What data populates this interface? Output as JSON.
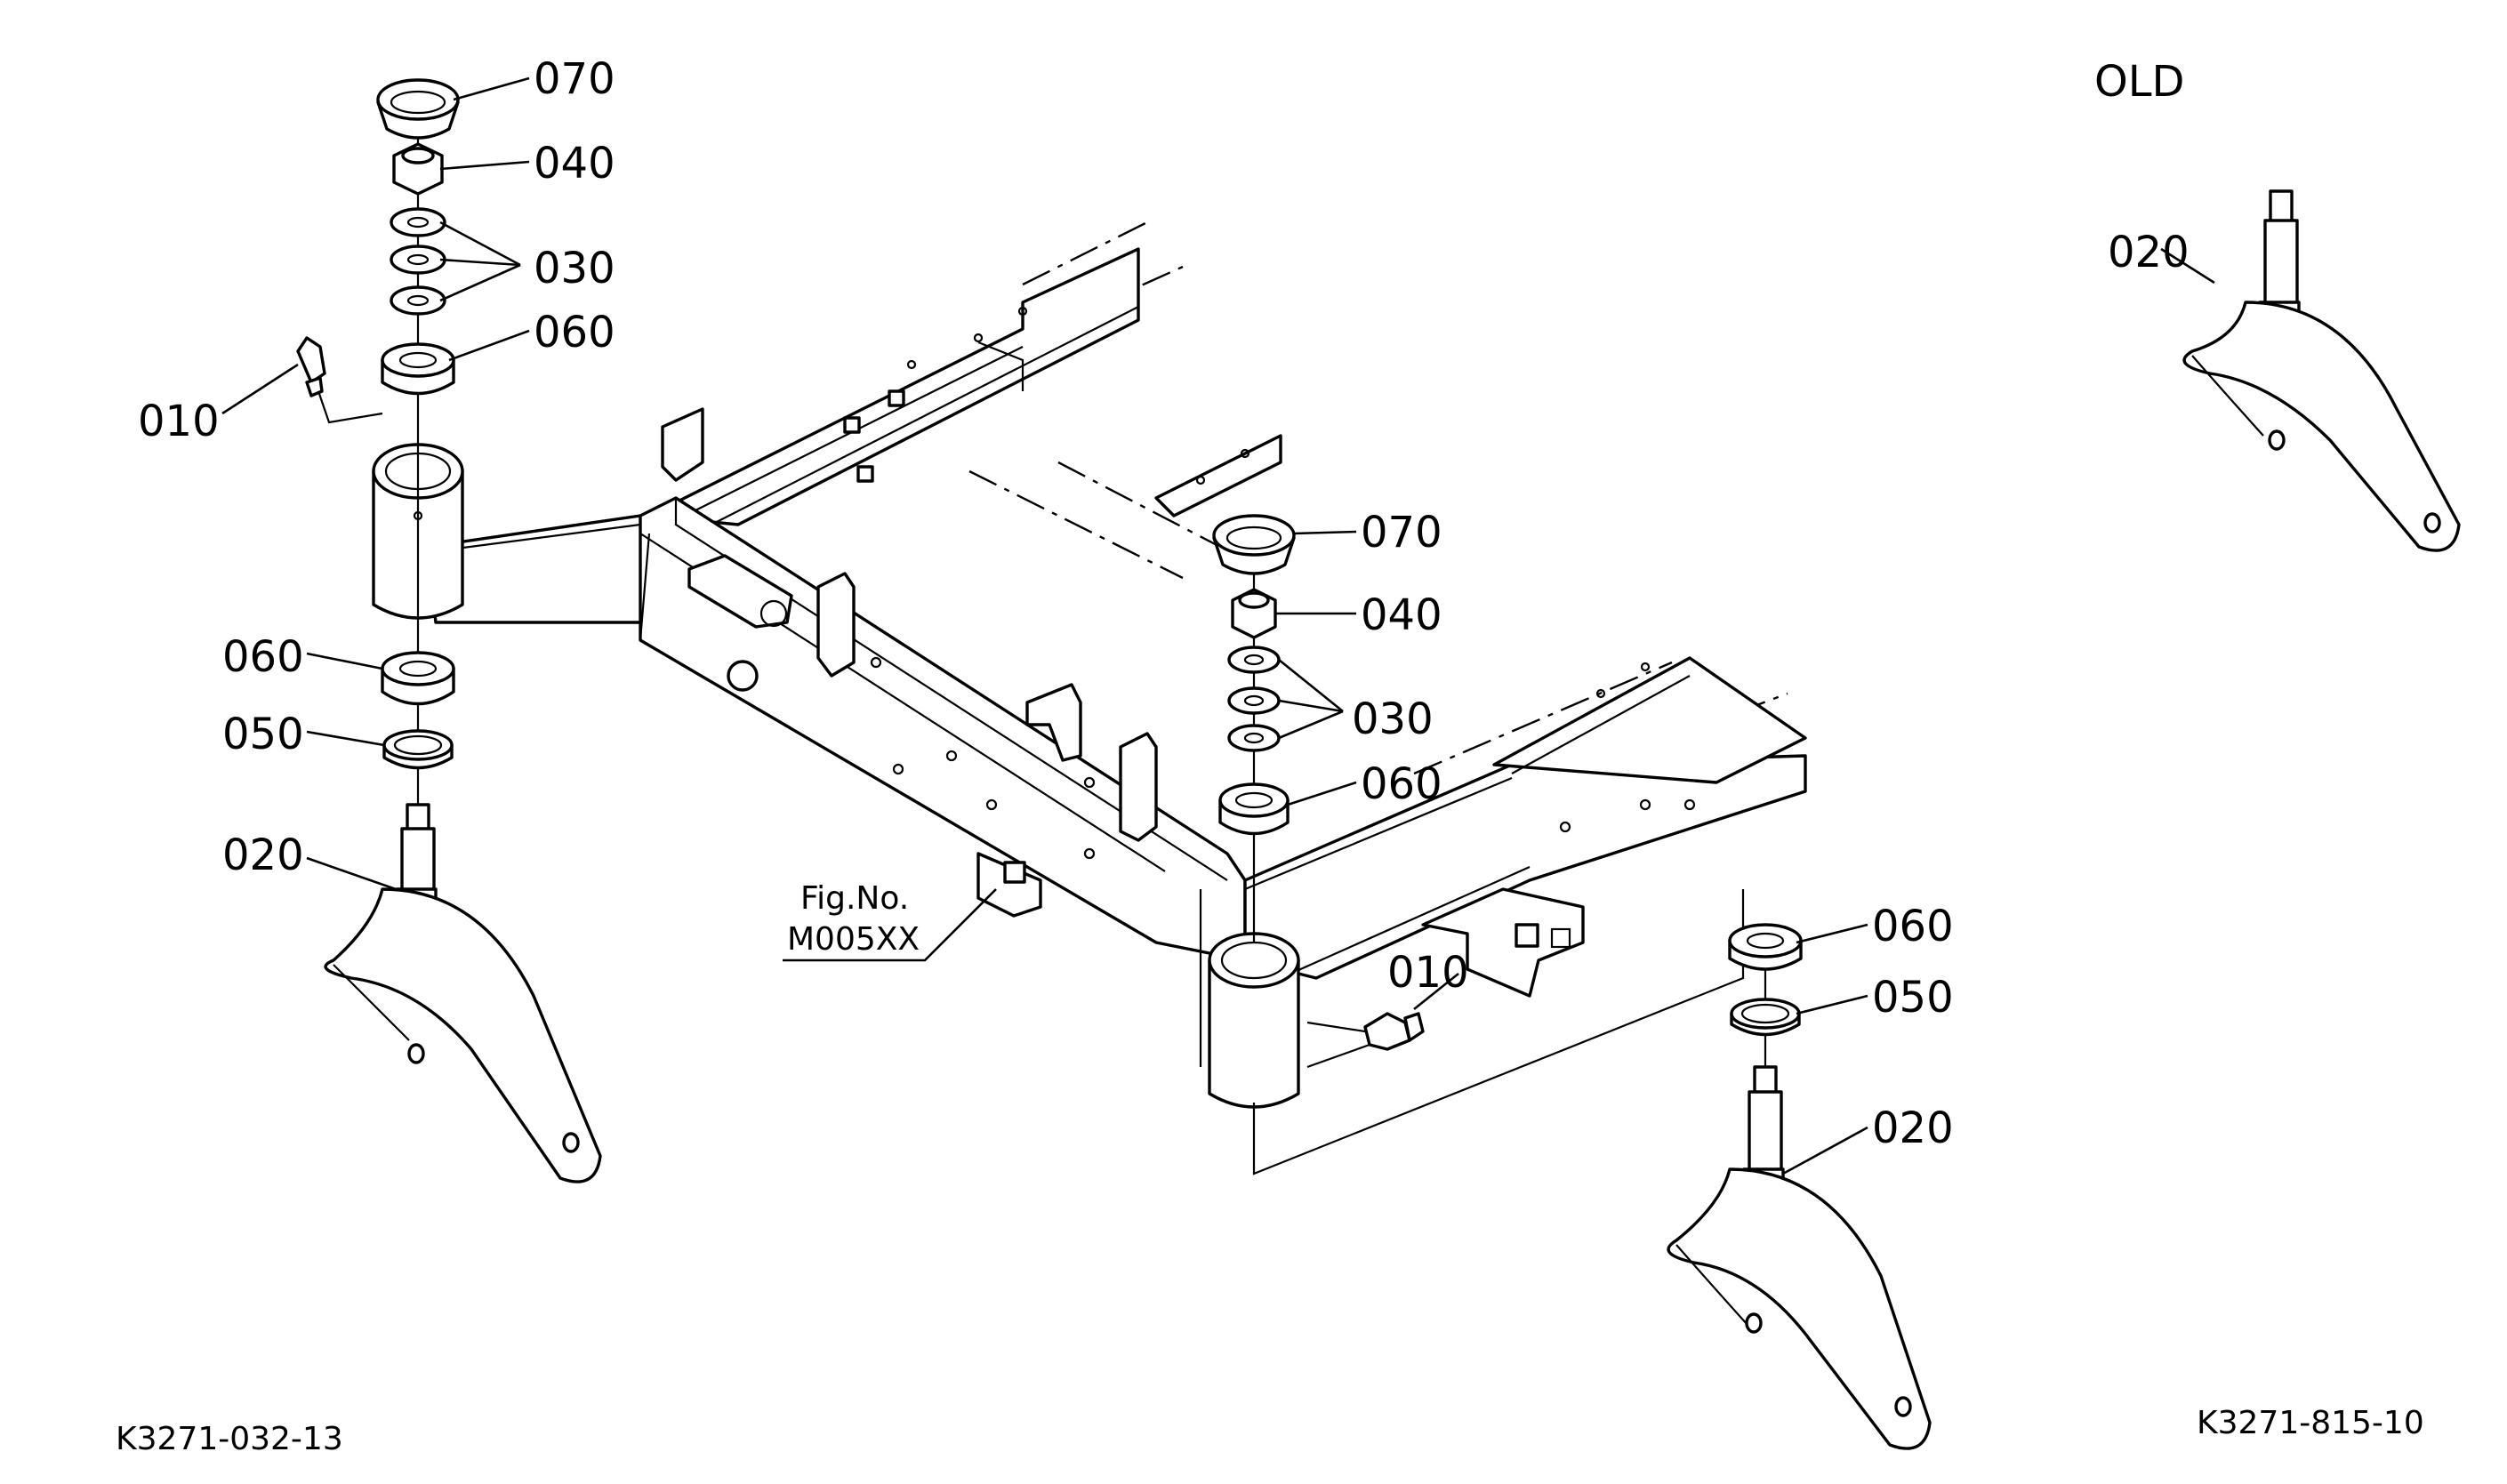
{
  "header": {
    "variant_label": "OLD"
  },
  "callouts": {
    "left_070": "070",
    "left_040": "040",
    "left_030": "030",
    "left_060_top": "060",
    "left_010": "010",
    "left_060_bottom": "060",
    "left_050": "050",
    "left_020": "020",
    "center_070": "070",
    "center_040": "040",
    "center_030": "030",
    "center_060": "060",
    "center_010": "010",
    "right_060": "060",
    "right_050": "050",
    "right_020": "020",
    "old_020": "020"
  },
  "figure_ref": {
    "line1": "Fig.No.",
    "line2": "M005XX"
  },
  "drawing_numbers": {
    "left": "K3271-032-13",
    "right": "K3271-815-10"
  },
  "icons": {
    "parts": [
      "dust-cap-icon",
      "nut-icon",
      "washer-icon",
      "bearing-icon",
      "seal-icon",
      "grease-nipple-icon",
      "caster-fork-icon",
      "front-axle-frame-icon"
    ]
  }
}
